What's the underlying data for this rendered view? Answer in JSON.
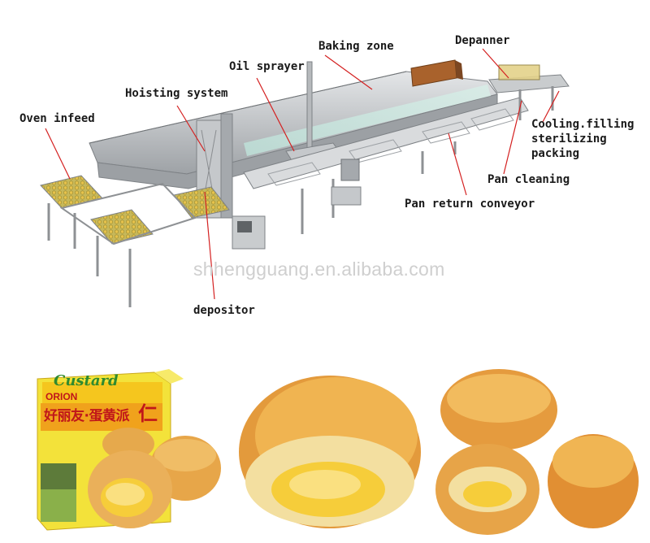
{
  "labels": {
    "baking_zone": "Baking zone",
    "depanner": "Depanner",
    "oil_sprayer": "Oil sprayer",
    "hoisting_system": "Hoisting system",
    "oven_infeed": "Oven infeed",
    "cooling_line1": "Cooling.filling",
    "cooling_line2": "sterilizing",
    "cooling_line3": "packing",
    "pan_cleaning": "Pan cleaning",
    "pan_return": "Pan return conveyor",
    "depositor": "depositor"
  },
  "watermark": "shhengguang.en.alibaba.com",
  "package": {
    "brand_top": "Custard",
    "brand": "ORION",
    "chinese_name": "好丽友·蛋黄派",
    "badge": "仁"
  },
  "colors": {
    "label_text": "#1a1a1a",
    "arrow_red": "#d42020",
    "steel": "#b9bcbf",
    "steel_dark": "#8e9194",
    "cake_light": "#f2b957",
    "cake_dark": "#d98a2a",
    "custard": "#f6cd3a",
    "box_yellow": "#f3e23a"
  }
}
